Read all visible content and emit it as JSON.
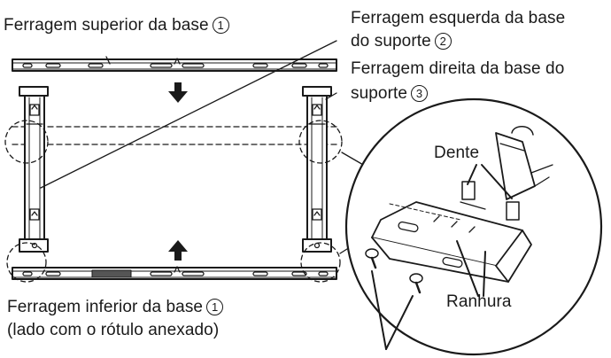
{
  "labels": {
    "top_bracket": {
      "text": "Ferragem superior da base",
      "num": "1"
    },
    "left_bracket": {
      "line1": "Ferragem esquerda da base",
      "line2": "do suporte",
      "num": "2"
    },
    "right_bracket": {
      "line1": "Ferragem direita da base do",
      "line2": "suporte",
      "num": "3"
    },
    "tooth": "Dente",
    "slot": "Ranhura",
    "bottom_bracket": {
      "line1": "Ferragem inferior da base",
      "num": "1",
      "line2": "(lado com o rótulo anexado)"
    }
  }
}
